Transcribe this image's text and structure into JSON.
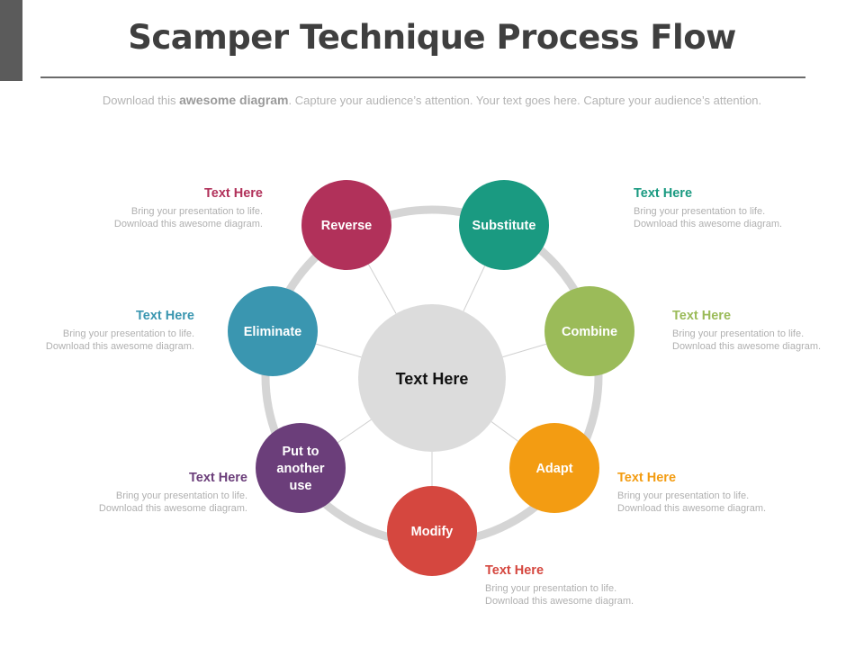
{
  "title": "Scamper Technique Process Flow",
  "subtitle": {
    "pre": "Download this ",
    "bold": "awesome diagram",
    "post": ". Capture your audience’s attention. Your text goes here. Capture your audience’s attention."
  },
  "center": {
    "label": "Text Here",
    "color": "#dcdcdc"
  },
  "ring_color": "#d5d5d5",
  "nodes": [
    {
      "label": "Substitute",
      "color": "#1a9a81",
      "heading": "Text Here",
      "line1": "Bring your presentation to life.",
      "line2": "Download this awesome diagram."
    },
    {
      "label": "Combine",
      "color": "#9bbb59",
      "heading": "Text Here",
      "line1": "Bring your presentation to life.",
      "line2": "Download this awesome diagram."
    },
    {
      "label": "Adapt",
      "color": "#f39c12",
      "heading": "Text Here",
      "line1": "Bring your presentation to life.",
      "line2": "Download this awesome diagram."
    },
    {
      "label": "Modify",
      "color": "#d5473f",
      "heading": "Text Here",
      "line1": "Bring your presentation to life.",
      "line2": "Download this awesome diagram."
    },
    {
      "label": "Put to another use",
      "color": "#6b3e7a",
      "heading": "Text Here",
      "line1": "Bring your presentation to life.",
      "line2": "Download this awesome diagram."
    },
    {
      "label": "Eliminate",
      "color": "#3a96b0",
      "heading": "Text Here",
      "line1": "Bring your presentation to life.",
      "line2": "Download this awesome diagram."
    },
    {
      "label": "Reverse",
      "color": "#b1315a",
      "heading": "Text Here",
      "line1": "Bring your presentation to life.",
      "line2": "Download this awesome diagram."
    }
  ]
}
